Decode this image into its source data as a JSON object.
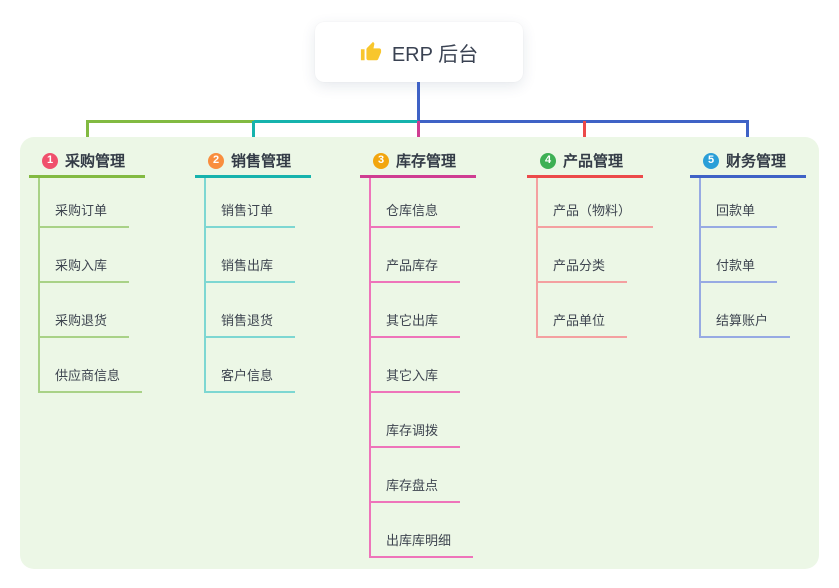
{
  "root": {
    "label": "ERP 后台",
    "icon": "thumbs-up"
  },
  "colors": {
    "page_bg": "#ffffff",
    "panel_bg": "#ecf7e6",
    "thumb": "#f8c62c",
    "root_text": "#3a4252",
    "label_text": "#333b46",
    "child_text": "#3e4550"
  },
  "branches": [
    {
      "num": "1",
      "label": "采购管理",
      "badge": "#f0506c",
      "color": "#82ba41",
      "light": "#a9d287",
      "children": [
        "采购订单",
        "采购入库",
        "采购退货",
        "供应商信息"
      ]
    },
    {
      "num": "2",
      "label": "销售管理",
      "badge": "#f98e3e",
      "color": "#16b3ad",
      "light": "#7dd7d2",
      "children": [
        "销售订单",
        "销售出库",
        "销售退货",
        "客户信息"
      ]
    },
    {
      "num": "3",
      "label": "库存管理",
      "badge": "#f2a60e",
      "color": "#cf3d92",
      "light": "#ee74ba",
      "children": [
        "仓库信息",
        "产品库存",
        "其它出库",
        "其它入库",
        "库存调拨",
        "库存盘点",
        "出库库明细"
      ]
    },
    {
      "num": "4",
      "label": "产品管理",
      "badge": "#3db054",
      "color": "#ec4a4a",
      "light": "#f4a0a0",
      "children": [
        "产品（物料）",
        "产品分类",
        "产品单位"
      ]
    },
    {
      "num": "5",
      "label": "财务管理",
      "badge": "#2a9fd8",
      "color": "#3f62c6",
      "light": "#97aae3",
      "children": [
        "回款单",
        "付款单",
        "结算账户"
      ]
    }
  ]
}
